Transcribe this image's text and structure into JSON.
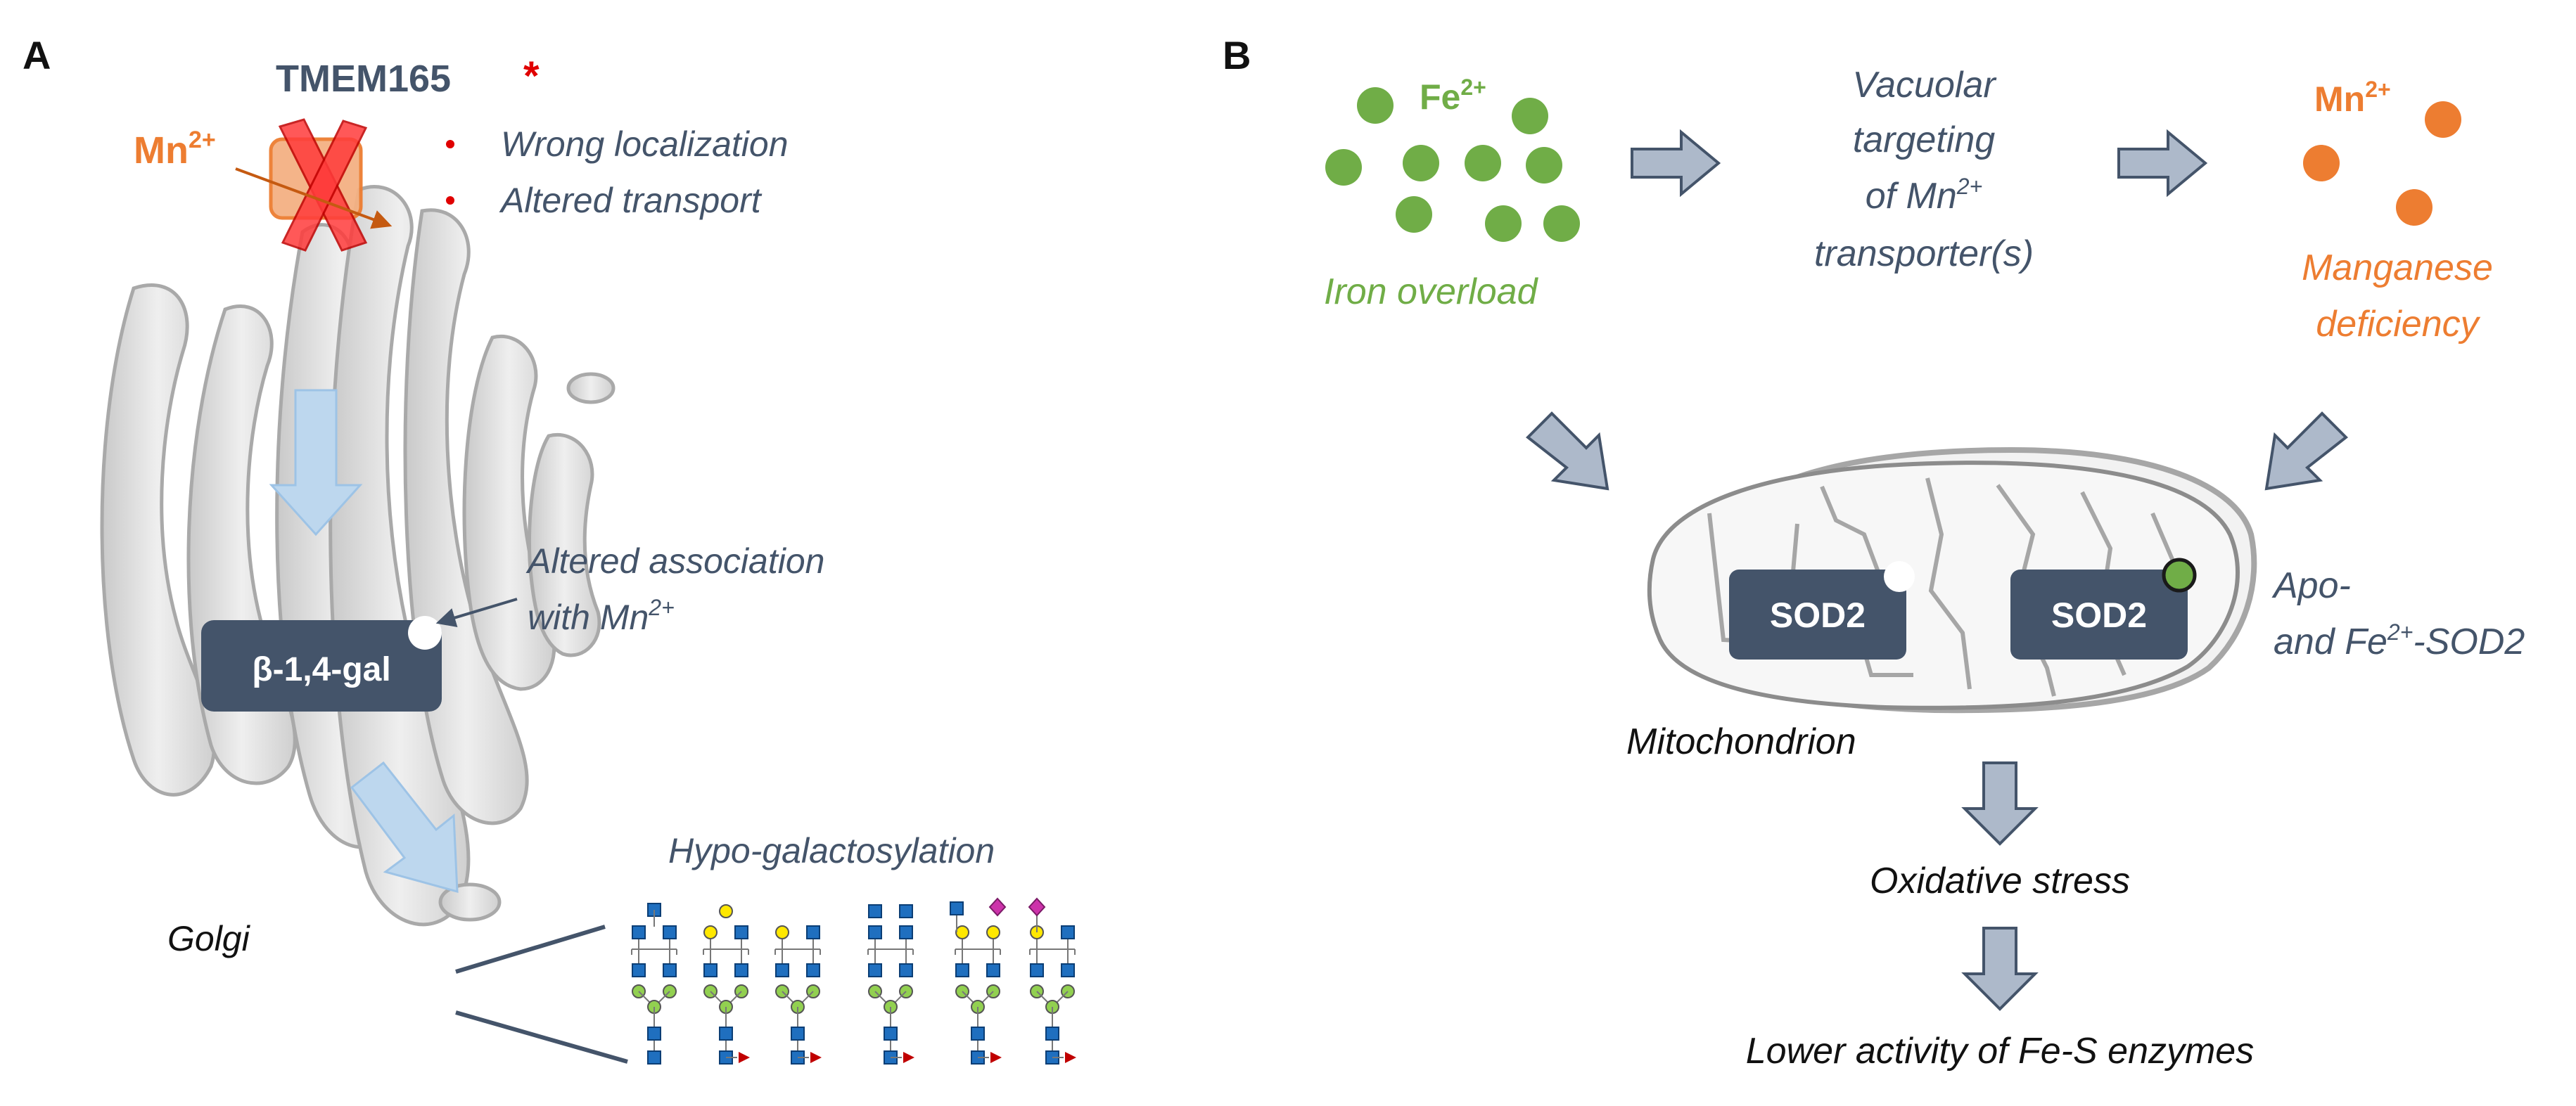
{
  "panel_a": {
    "label": "A",
    "protein_name": "TMEM165",
    "asterisk": "*",
    "ion": "Mn",
    "ion_charge": "2+",
    "defects": [
      "Wrong localization",
      "Altered transport"
    ],
    "enzyme": "β-1,4-gal",
    "assoc_line1": "Altered association",
    "assoc_line2_prefix": "with Mn",
    "assoc_line2_sup": "2+",
    "organelle": "Golgi",
    "outcome": "Hypo-galactosylation"
  },
  "panel_b": {
    "label": "B",
    "fe_ion": "Fe",
    "fe_charge": "2+",
    "iron_label": "Iron overload",
    "vac_line1": "Vacuolar",
    "vac_line2": "targeting",
    "vac_line3_prefix": "of Mn",
    "vac_line3_sup": "2+",
    "vac_line4": "transporter(s)",
    "mn_ion": "Mn",
    "mn_charge": "2+",
    "mn_line1": "Manganese",
    "mn_line2": "deficiency",
    "sod_left": "SOD2",
    "sod_right": "SOD2",
    "apo_line1": "Apo-",
    "apo_line2_prefix": "and Fe",
    "apo_line2_sup": "2+",
    "apo_line2_suffix": "-SOD2",
    "mito_label": "Mitochondrion",
    "stress": "Oxidative stress",
    "lower": "Lower activity of Fe-S enzymes"
  },
  "colors": {
    "text_dark": "#44546a",
    "iron_green": "#70ad47",
    "manganese_orange": "#ed7d31",
    "alert_red": "#e00000",
    "box_dark": "#44546a",
    "arrow_grey": "#8497b0",
    "arrow_light_blue": "#bdd7ee",
    "glycan_blue": "#1f6fbf",
    "glycan_yellow": "#ffe800",
    "glycan_green": "#92d050",
    "glycan_pink": "#cc33aa",
    "glycan_red": "#c00000"
  }
}
